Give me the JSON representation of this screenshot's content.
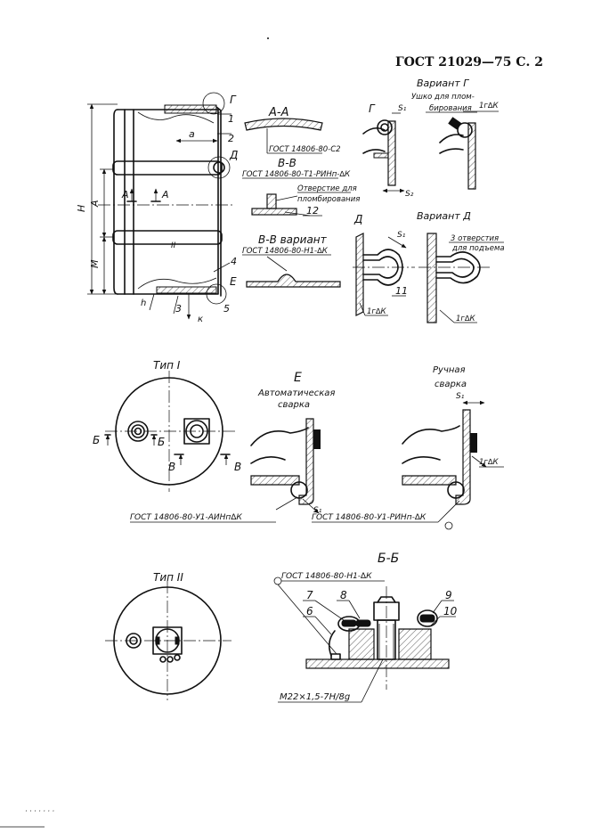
{
  "header": {
    "title": "ГОСТ 21029—75 С. 2"
  },
  "main_view": {
    "dim_h": "H",
    "dim_a": "A",
    "dim_m": "M",
    "dim_a_small": "a",
    "dim_k": "к",
    "dim_h_small": "h",
    "section_cut_a": "А",
    "roman_two": "II",
    "callouts": [
      "1",
      "2",
      "3",
      "4",
      "5"
    ],
    "view_g": "Г",
    "view_d": "Д",
    "view_e": "Е"
  },
  "section_aa": {
    "title": "А-А",
    "note": "ГОСТ 14806-80-С2"
  },
  "section_vv": {
    "title": "В-В",
    "note": "ГОСТ 14806-80-Т1-РИНп-∆К",
    "hole_label_1": "Отверстие для",
    "hole_label_2": "пломбирования",
    "callout": "12"
  },
  "section_vv_variant": {
    "title": "В-В вариант",
    "note": "ГОСТ 14806-80-Н1-∆К"
  },
  "detail_g": {
    "title": "Г",
    "s1": "S₁",
    "s2": "S₂"
  },
  "variant_g": {
    "title": "Вариант Г",
    "label_1": "Ушко для плом-",
    "label_2": "бирования",
    "weld": "1г∆К"
  },
  "detail_d": {
    "title": "Д",
    "s1": "S₁",
    "callout": "11",
    "weld": "1г∆К"
  },
  "variant_d": {
    "title": "Вариант Д",
    "label_1": "3 отверстия",
    "label_2": "для подъема",
    "weld": "1г∆К"
  },
  "type_one": {
    "title": "Тип I",
    "cut_b": "Б",
    "cut_v": "В"
  },
  "detail_e": {
    "title": "Е",
    "subtitle_1": "Автоматическая",
    "subtitle_2": "сварка",
    "s1": "S₁",
    "note": "ГОСТ 14806-80-У1-АИНп∆К"
  },
  "manual_weld": {
    "title_1": "Ручная",
    "title_2": "сварка",
    "s1": "S₁",
    "weld": "1г∆К",
    "note": "ГОСТ 14806-80-У1-РИНп-∆К"
  },
  "type_two": {
    "title": "Тип II"
  },
  "section_bb": {
    "title": "Б-Б",
    "note": "ГОСТ 14806-80-Н1-∆К",
    "callouts": [
      "6",
      "7",
      "8",
      "9",
      "10"
    ],
    "thread": "М22×1,5-7Н/8g"
  }
}
